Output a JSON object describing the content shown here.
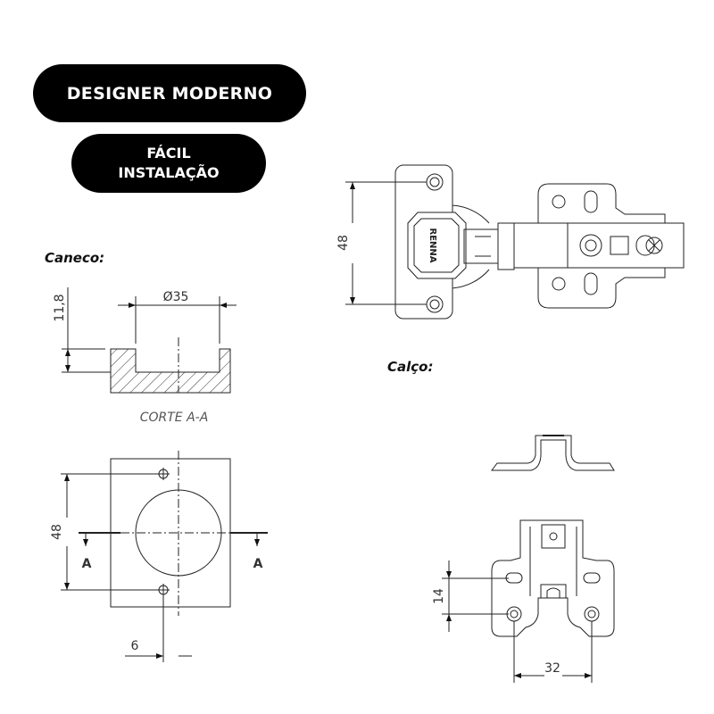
{
  "badges": {
    "designer": "DESIGNER MODERNO",
    "install_line1": "FÁCIL",
    "install_line2": "INSTALAÇÃO"
  },
  "caneco": {
    "title": "Caneco:",
    "diameter": "Ø35",
    "depth": "11,8",
    "section_label": "CORTE A-A",
    "height": "48",
    "offset": "6",
    "section_marker": "A"
  },
  "hinge": {
    "hole_spacing": "48",
    "brand": "RENNA"
  },
  "calco": {
    "title": "Calço:",
    "vertical_spacing": "14",
    "horizontal_spacing": "32"
  }
}
